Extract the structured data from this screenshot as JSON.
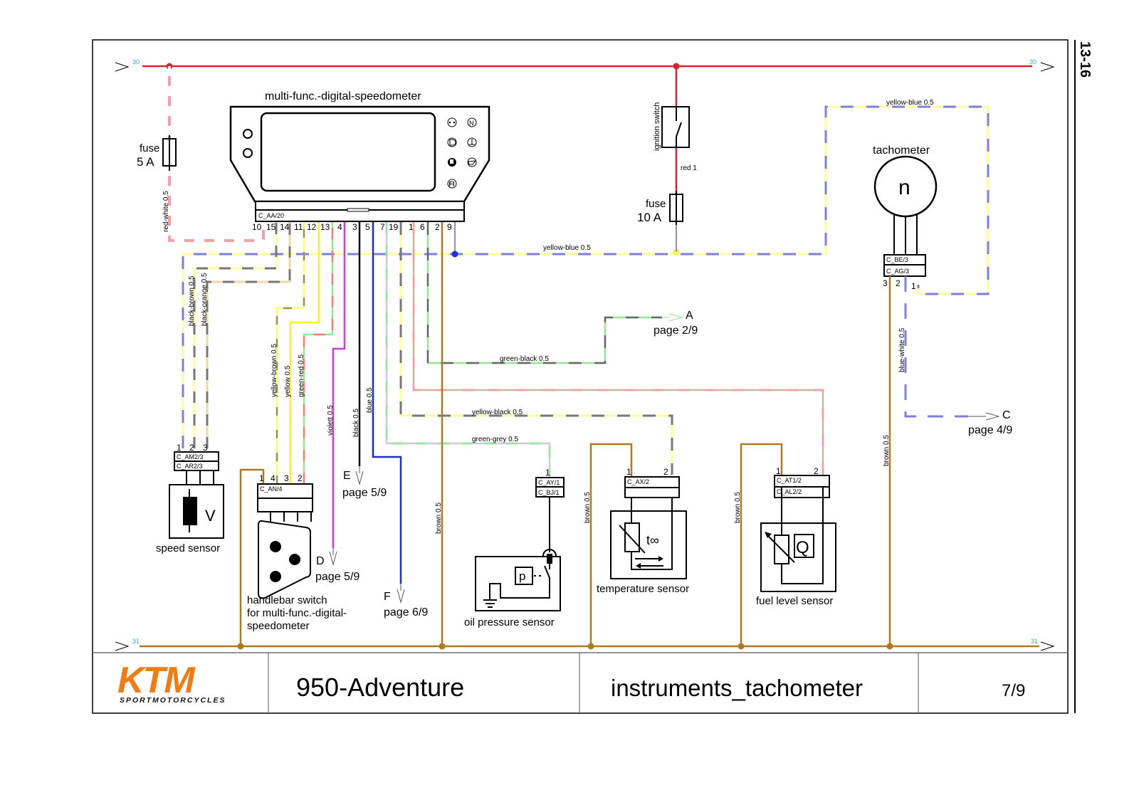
{
  "sheet": {
    "side_label": "13-16",
    "rail_top_label": "30",
    "rail_bottom_label": "31",
    "colors": {
      "rail_red": "#d9232e",
      "ground_brown": "#b07a1c",
      "ktm_orange": "#f07c13",
      "label_cyan": "#3aa6c9"
    }
  },
  "title_block": {
    "logo_text": "KTM",
    "logo_sub": "SPORTMOTORCYCLES",
    "model": "950-Adventure",
    "sheet_name": "instruments_tachometer",
    "page": "7/9"
  },
  "components": {
    "speedometer": {
      "label": "multi-func.-digital-speedometer",
      "connector": "C_AA/20",
      "pins": [
        "10",
        "15",
        "14",
        "11",
        "12",
        "13",
        "4",
        "3",
        "5",
        "7",
        "19",
        "1",
        "6",
        "2",
        "9"
      ],
      "indicator_icons": [
        "high-beam-icon",
        "neutral-icon",
        "headlight-icon",
        "coolant-temp-icon",
        "fuel-icon",
        "oil-icon",
        "fi-icon"
      ],
      "fi_text": "FI",
      "n_text": "N"
    },
    "fuse5": {
      "label": "fuse",
      "rating": "5 A"
    },
    "ignition": {
      "label": "ignition switch"
    },
    "fuse10": {
      "label": "fuse",
      "rating": "10 A"
    },
    "tachometer": {
      "label": "tachometer",
      "symbol": "n",
      "connector_top": "C_BE/3",
      "connector_bottom": "C_AG/3",
      "pins": [
        "3",
        "2",
        "1"
      ]
    },
    "speed_sensor": {
      "label": "speed sensor",
      "symbol": "V",
      "connector_top": "C_AM2/3",
      "connector_bottom": "C_AR2/3",
      "pins": [
        "1",
        "2",
        "3"
      ]
    },
    "handlebar_switch": {
      "label_lines": [
        "handlebar switch",
        "for multi-func.-digital-",
        "speedometer"
      ],
      "connector": "C_AN/4",
      "pins": [
        "1",
        "4",
        "3",
        "2"
      ]
    },
    "oil_pressure": {
      "label": "oil pressure sensor",
      "connector_top": "C_AY/1",
      "connector_bottom": "C_BJ/1",
      "pin": "1",
      "symbol": "p"
    },
    "temperature": {
      "label": "temperature sensor",
      "connector": "C_AX/2",
      "pins": [
        "1",
        "2"
      ],
      "symbol": "t∞"
    },
    "fuel_level": {
      "label": "fuel level sensor",
      "connector_top": "C_AT1/2",
      "connector_bottom": "C_AL2/2",
      "pins": [
        "1",
        "2"
      ],
      "symbol": "Q"
    }
  },
  "wires": {
    "red_white": "red-white 0.5",
    "red_1": "red 1",
    "yellow_blue_top": "yellow-blue 0.5",
    "yellow_blue_mid": "yellow-blue 0.5",
    "black_brown": "black-brown 0.5",
    "black_orange": "black-orange 0.5",
    "yellow_brown": "yellow-brown 0.5",
    "yellow": "yellow 0.5",
    "green_red": "green-red 0.5",
    "violett": "violett 0.5",
    "black": "black 0.5",
    "blue": "blue 0.5",
    "green_black": "green-black 0.5",
    "yellow_black": "yellow-black 0.5",
    "green_grey": "green-grey 0.5",
    "brown_main": "brown 0.5",
    "brown_temp": "brown 0.5",
    "brown_fuel": "brown 0.5",
    "brown_tacho": "brown 0.5",
    "blue_white": "blue-white 0.5"
  },
  "references": {
    "A": {
      "letter": "A",
      "page": "page 2/9"
    },
    "C": {
      "letter": "C",
      "page": "page 4/9"
    },
    "D": {
      "letter": "D",
      "page": "page 5/9"
    },
    "E": {
      "letter": "E",
      "page": "page 5/9"
    },
    "F": {
      "letter": "F",
      "page": "page 6/9"
    }
  }
}
